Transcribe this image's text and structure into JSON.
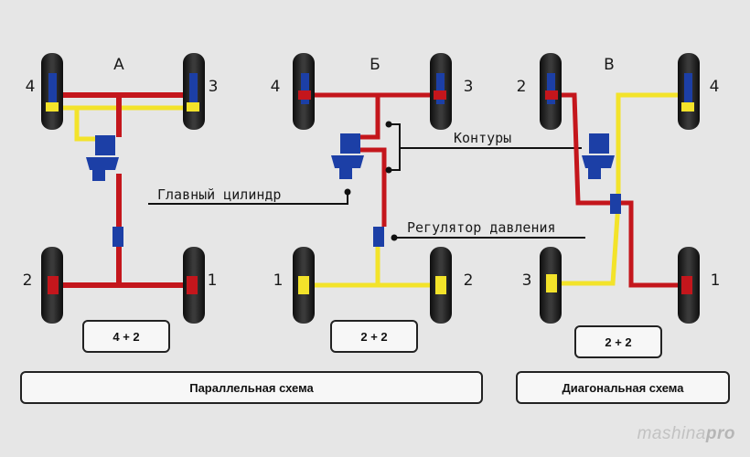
{
  "colors": {
    "red": "#c4161c",
    "yellow": "#f3e32a",
    "blue": "#1c3fa6",
    "tire": "#1d1d1d",
    "background": "#e6e6e6"
  },
  "schemes": [
    {
      "letter": "А",
      "wheel_numbers": [
        "4",
        "3",
        "2",
        "1"
      ],
      "formula": "4 + 2"
    },
    {
      "letter": "Б",
      "wheel_numbers": [
        "4",
        "3",
        "1",
        "2"
      ],
      "formula": "2 + 2"
    },
    {
      "letter": "В",
      "wheel_numbers": [
        "2",
        "4",
        "3",
        "1"
      ],
      "formula": "2 + 2"
    }
  ],
  "labels": {
    "master_cylinder": "Главный цилиндр",
    "circuits": "Контуры",
    "pressure_regulator": "Регулятор давления"
  },
  "captions": {
    "parallel": "Параллельная схема",
    "diagonal": "Диагональная схема"
  },
  "logo": {
    "part1": "mashina",
    "part2": "pro"
  }
}
